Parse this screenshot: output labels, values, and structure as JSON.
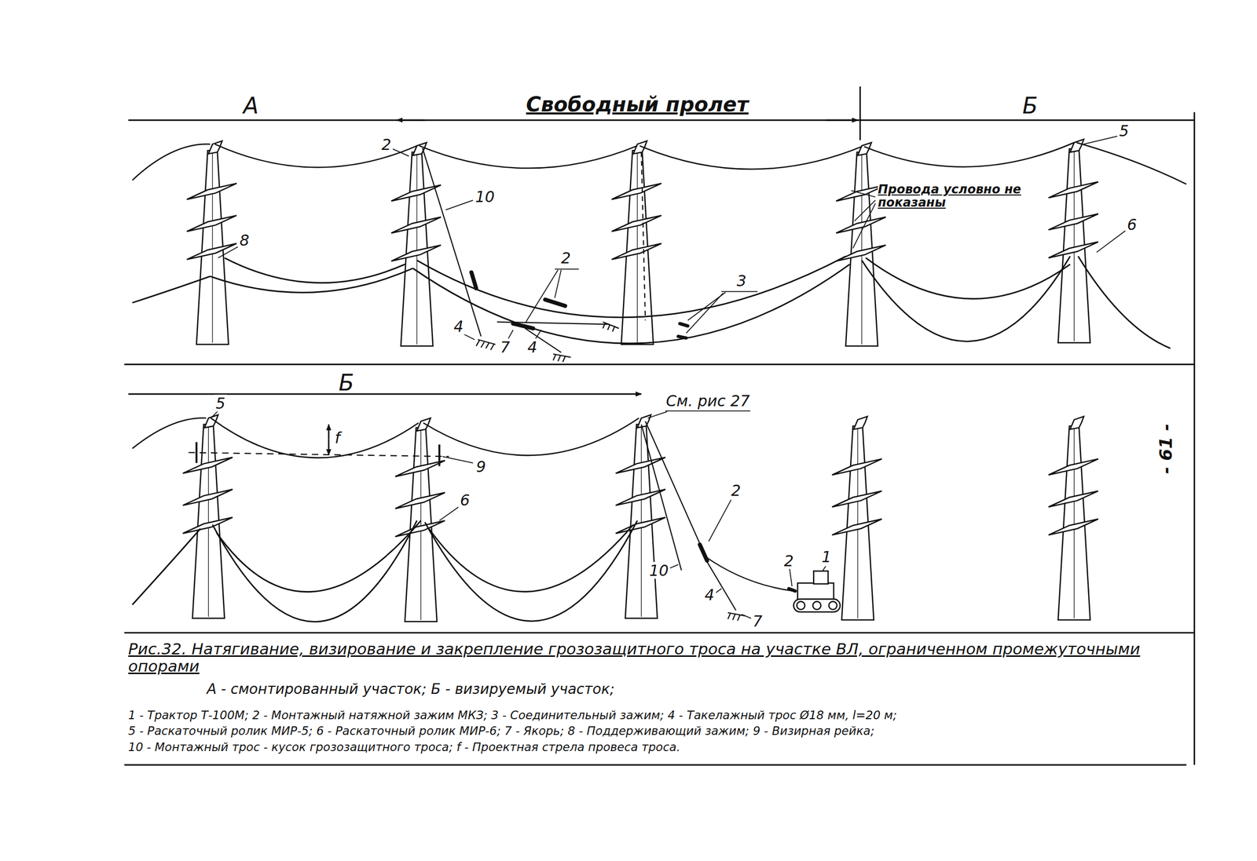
{
  "diagram": {
    "caption": "Рис.32. Натягивание, визирование и закрепление грозозащитного троса на участке ВЛ, ограниченном промежуточными опорами",
    "labels": [
      "А",
      "Свободный пролет",
      "Б",
      "2",
      "10",
      "8",
      "2",
      "3",
      "4",
      "7",
      "4",
      "Провода условно не показаны",
      "5",
      "6",
      "Б",
      "5",
      "f",
      "9",
      "См. рис 27",
      "6",
      "2",
      "10",
      "4",
      "7",
      "2",
      "1",
      "- 61 -",
      "А - смонтированный участок; Б - визируемый участок;",
      "1 - Трактор Т-100М; 2 - Монтажный натяжной зажим МКЗ; 3 - Соединительный зажим; 4 - Такелажный трос Ø18 мм, l=20 м;",
      "5 - Раскаточный ролик МИР-5; 6 - Раскаточный ролик МИР-6; 7 - Якорь; 8 - Поддерживающий зажим; 9 - Визирная рейка;",
      "10 - Монтажный трос - кусок грозозащитного троса; f - Проектная стрела провеса троса."
    ]
  }
}
